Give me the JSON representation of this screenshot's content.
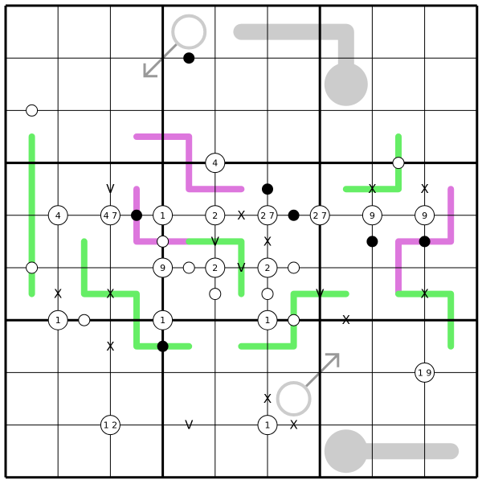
{
  "puzzle": {
    "grid_size": 9,
    "colors": {
      "grid_line": "#000000",
      "green_line": "#66ee66",
      "pink_line": "#dd77dd",
      "thermo_gray": "#cccccc",
      "arrow_gray": "#999999",
      "dot_black": "#000000",
      "dot_white": "#ffffff"
    },
    "grey_lines": [
      {
        "points": [
          [
            4.5,
            0.5
          ],
          [
            6.5,
            0.5
          ],
          [
            6.5,
            1.5
          ]
        ]
      },
      {
        "points": [
          [
            6.5,
            8.5
          ],
          [
            8.5,
            8.5
          ]
        ]
      }
    ],
    "thermo_bulbs": [
      [
        6.5,
        1.5
      ],
      [
        6.5,
        8.5
      ]
    ],
    "pink_lines": [
      {
        "points": [
          [
            2.5,
            2.5
          ],
          [
            3.5,
            2.5
          ],
          [
            3.5,
            3.5
          ],
          [
            4.5,
            3.5
          ]
        ]
      },
      {
        "points": [
          [
            2.5,
            3.5
          ],
          [
            2.5,
            4.5
          ],
          [
            3.5,
            4.5
          ]
        ]
      },
      {
        "points": [
          [
            8.5,
            3.5
          ],
          [
            8.5,
            4.5
          ],
          [
            7.5,
            4.5
          ],
          [
            7.5,
            5.5
          ]
        ]
      }
    ],
    "green_lines": [
      {
        "points": [
          [
            0.5,
            2.5
          ],
          [
            0.5,
            5.5
          ]
        ]
      },
      {
        "points": [
          [
            7.5,
            2.5
          ],
          [
            7.5,
            3.5
          ],
          [
            6.5,
            3.5
          ]
        ]
      },
      {
        "points": [
          [
            3.5,
            4.5
          ],
          [
            4.5,
            4.5
          ],
          [
            4.5,
            5.5
          ]
        ]
      },
      {
        "points": [
          [
            1.5,
            4.5
          ],
          [
            1.5,
            5.5
          ],
          [
            2.5,
            5.5
          ],
          [
            2.5,
            6.5
          ],
          [
            3.5,
            6.5
          ]
        ]
      },
      {
        "points": [
          [
            4.5,
            6.5
          ],
          [
            5.5,
            6.5
          ],
          [
            5.5,
            5.5
          ],
          [
            6.5,
            5.5
          ]
        ]
      },
      {
        "points": [
          [
            7.5,
            5.5
          ],
          [
            8.5,
            5.5
          ],
          [
            8.5,
            6.5
          ]
        ]
      }
    ],
    "arrows": [
      {
        "circle": [
          3.5,
          0.5
        ],
        "tip": [
          2.5,
          1.5
        ]
      },
      {
        "circle": [
          5.5,
          7.5
        ],
        "tip": [
          6.5,
          6.5
        ]
      }
    ],
    "white_dots": [
      [
        0.5,
        2
      ],
      [
        0.5,
        5
      ],
      [
        7.5,
        3
      ],
      [
        3,
        4.5
      ],
      [
        3.5,
        5
      ],
      [
        5.5,
        5
      ],
      [
        4,
        5.5
      ],
      [
        5,
        5.5
      ],
      [
        1.5,
        6
      ],
      [
        5.5,
        6
      ]
    ],
    "black_dots": [
      [
        3.5,
        1
      ],
      [
        2.5,
        4
      ],
      [
        5,
        3.5
      ],
      [
        5.5,
        4
      ],
      [
        7,
        4.5
      ],
      [
        8,
        4.5
      ],
      [
        3,
        6.5
      ]
    ],
    "kropki_x": [
      {
        "pos": [
          4.5,
          4
        ],
        "label": "X"
      },
      {
        "pos": [
          5,
          4.5
        ],
        "label": "X"
      },
      {
        "pos": [
          7,
          3.5
        ],
        "label": "X"
      },
      {
        "pos": [
          8,
          3.5
        ],
        "label": "X"
      },
      {
        "pos": [
          1,
          5.5
        ],
        "label": "X"
      },
      {
        "pos": [
          2,
          5.5
        ],
        "label": "X"
      },
      {
        "pos": [
          8,
          5.5
        ],
        "label": "X"
      },
      {
        "pos": [
          6.5,
          6
        ],
        "label": "X"
      },
      {
        "pos": [
          2,
          6.5
        ],
        "label": "X"
      },
      {
        "pos": [
          5,
          7.5
        ],
        "label": "X"
      },
      {
        "pos": [
          5.5,
          8
        ],
        "label": "X"
      }
    ],
    "roman_v": [
      {
        "pos": [
          2,
          3.5
        ],
        "label": "V"
      },
      {
        "pos": [
          4,
          4.5
        ],
        "label": "V"
      },
      {
        "pos": [
          4.5,
          5
        ],
        "label": "V"
      },
      {
        "pos": [
          6,
          5.5
        ],
        "label": "V"
      },
      {
        "pos": [
          3.5,
          8
        ],
        "label": "V"
      }
    ],
    "clues": [
      {
        "pos": [
          4,
          3
        ],
        "label": "4"
      },
      {
        "pos": [
          1,
          4
        ],
        "label": "4"
      },
      {
        "pos": [
          2,
          4
        ],
        "label": "4 7"
      },
      {
        "pos": [
          3,
          4
        ],
        "label": "1"
      },
      {
        "pos": [
          4,
          4
        ],
        "label": "2"
      },
      {
        "pos": [
          5,
          4
        ],
        "label": "2 7"
      },
      {
        "pos": [
          6,
          4
        ],
        "label": "2 7"
      },
      {
        "pos": [
          7,
          4
        ],
        "label": "9"
      },
      {
        "pos": [
          8,
          4
        ],
        "label": "9"
      },
      {
        "pos": [
          3,
          5
        ],
        "label": "9"
      },
      {
        "pos": [
          4,
          5
        ],
        "label": "2"
      },
      {
        "pos": [
          5,
          5
        ],
        "label": "2"
      },
      {
        "pos": [
          1,
          6
        ],
        "label": "1"
      },
      {
        "pos": [
          3,
          6
        ],
        "label": "1"
      },
      {
        "pos": [
          5,
          6
        ],
        "label": "1"
      },
      {
        "pos": [
          8,
          7
        ],
        "label": "1 9"
      },
      {
        "pos": [
          2,
          8
        ],
        "label": "1 2"
      },
      {
        "pos": [
          5,
          8
        ],
        "label": "1"
      }
    ]
  }
}
